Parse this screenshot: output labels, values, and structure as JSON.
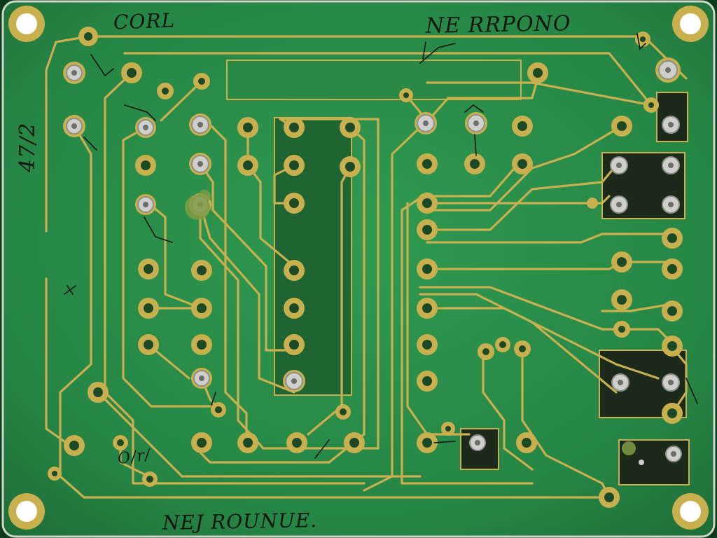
{
  "board": {
    "colors": {
      "substrate": "#2a8f49",
      "substrate_dark": "#217a3c",
      "copper": "#c9b04f",
      "copper_light": "#e3cd72",
      "solder_mask_dark": "#1c5a2c",
      "silver": "#c8c8c4",
      "ink": "#101610"
    }
  },
  "annotations": {
    "top_left": "CORL",
    "top_right": "NE RRPONO",
    "left_vertical": "47/2",
    "bottom": "NEJ ROUNUE.",
    "small_bottom_left": "O/r/ "
  }
}
